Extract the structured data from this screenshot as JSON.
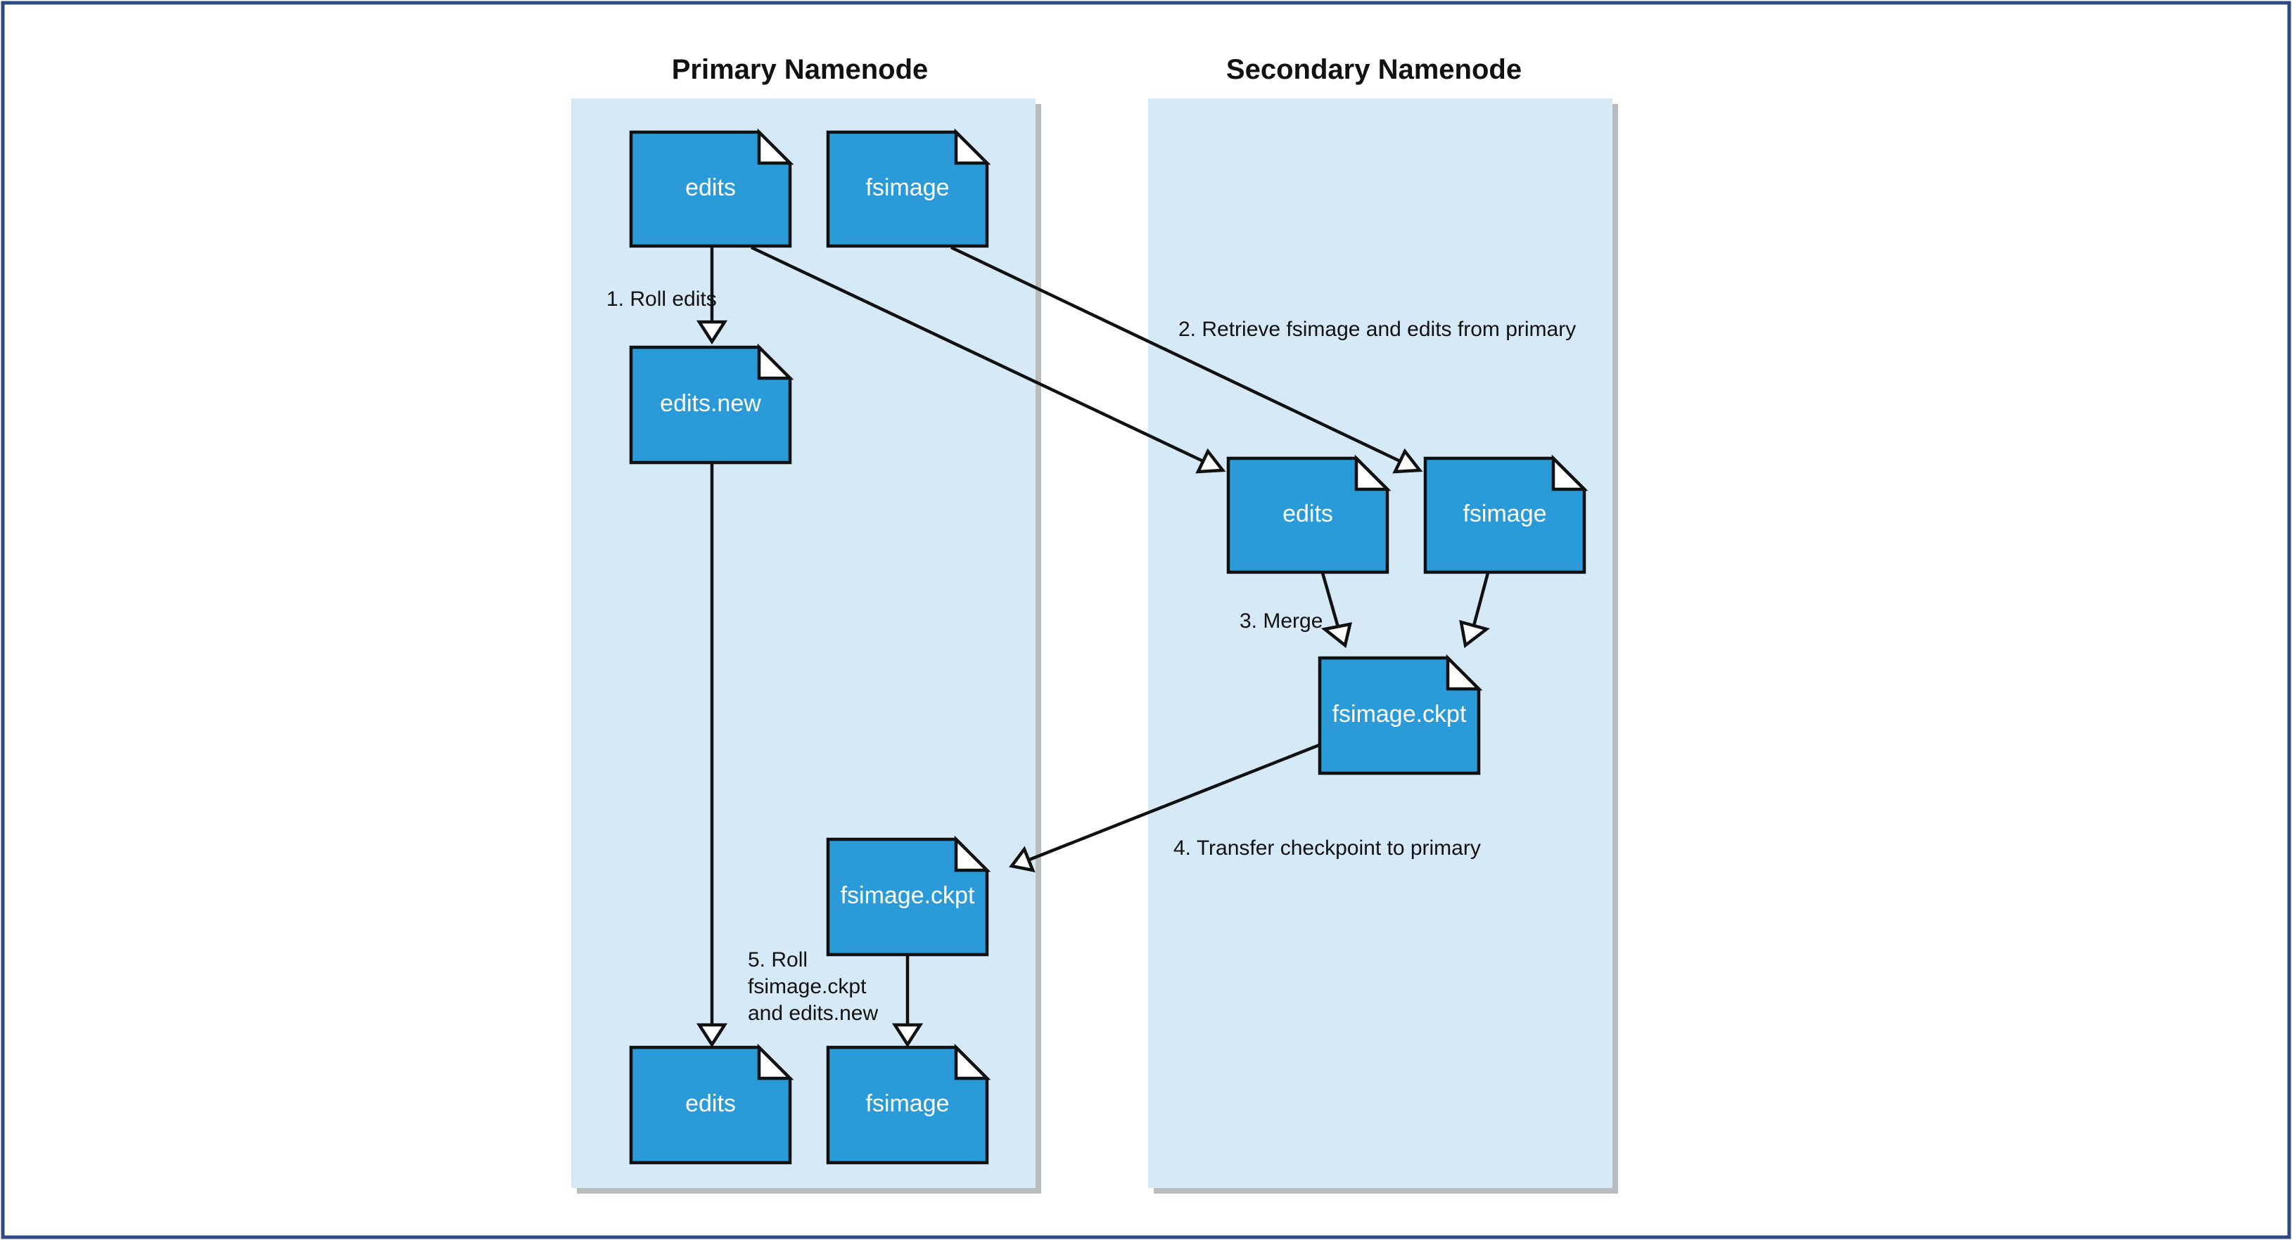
{
  "panels": {
    "primary_title": "Primary Namenode",
    "secondary_title": "Secondary Namenode"
  },
  "files": {
    "primary_edits": "edits",
    "primary_fsimage": "fsimage",
    "primary_edits_new": "edits.new",
    "primary_fsimage_ckpt": "fsimage.ckpt",
    "primary_edits_final": "edits",
    "primary_fsimage_final": "fsimage",
    "secondary_edits": "edits",
    "secondary_fsimage": "fsimage",
    "secondary_fsimage_ckpt": "fsimage.ckpt"
  },
  "steps": {
    "step1": "1. Roll edits",
    "step2": "2. Retrieve fsimage and edits from primary",
    "step3": "3. Merge",
    "step4": "4. Transfer checkpoint to primary",
    "step5_line1": "5. Roll",
    "step5_line2": "fsimage.ckpt",
    "step5_line3": "and edits.new"
  },
  "colors": {
    "frame_border": "#2e4a86",
    "panel_fill": "#d5e9f7",
    "document_fill": "#2b9ad8",
    "outline": "#111111"
  }
}
